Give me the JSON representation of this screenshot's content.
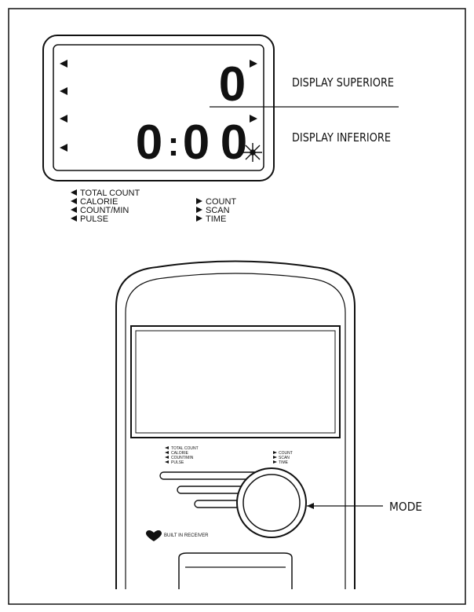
{
  "lcd": {
    "upper_digit": "0",
    "lower_digits": [
      "0",
      ":",
      "0",
      "0"
    ]
  },
  "callouts": {
    "upper": "DISPLAY SUPERIORE",
    "lower": "DISPLAY INFERIORE",
    "mode": "MODE"
  },
  "legend": {
    "left": [
      "TOTAL COUNT",
      "CALORIE",
      "COUNT/MIN",
      "PULSE"
    ],
    "right": [
      "COUNT",
      "SCAN",
      "TIME"
    ]
  },
  "console": {
    "receiver_label": "BUILT IN RECEIVER"
  },
  "colors": {
    "ink": "#111111",
    "background": "#ffffff"
  }
}
